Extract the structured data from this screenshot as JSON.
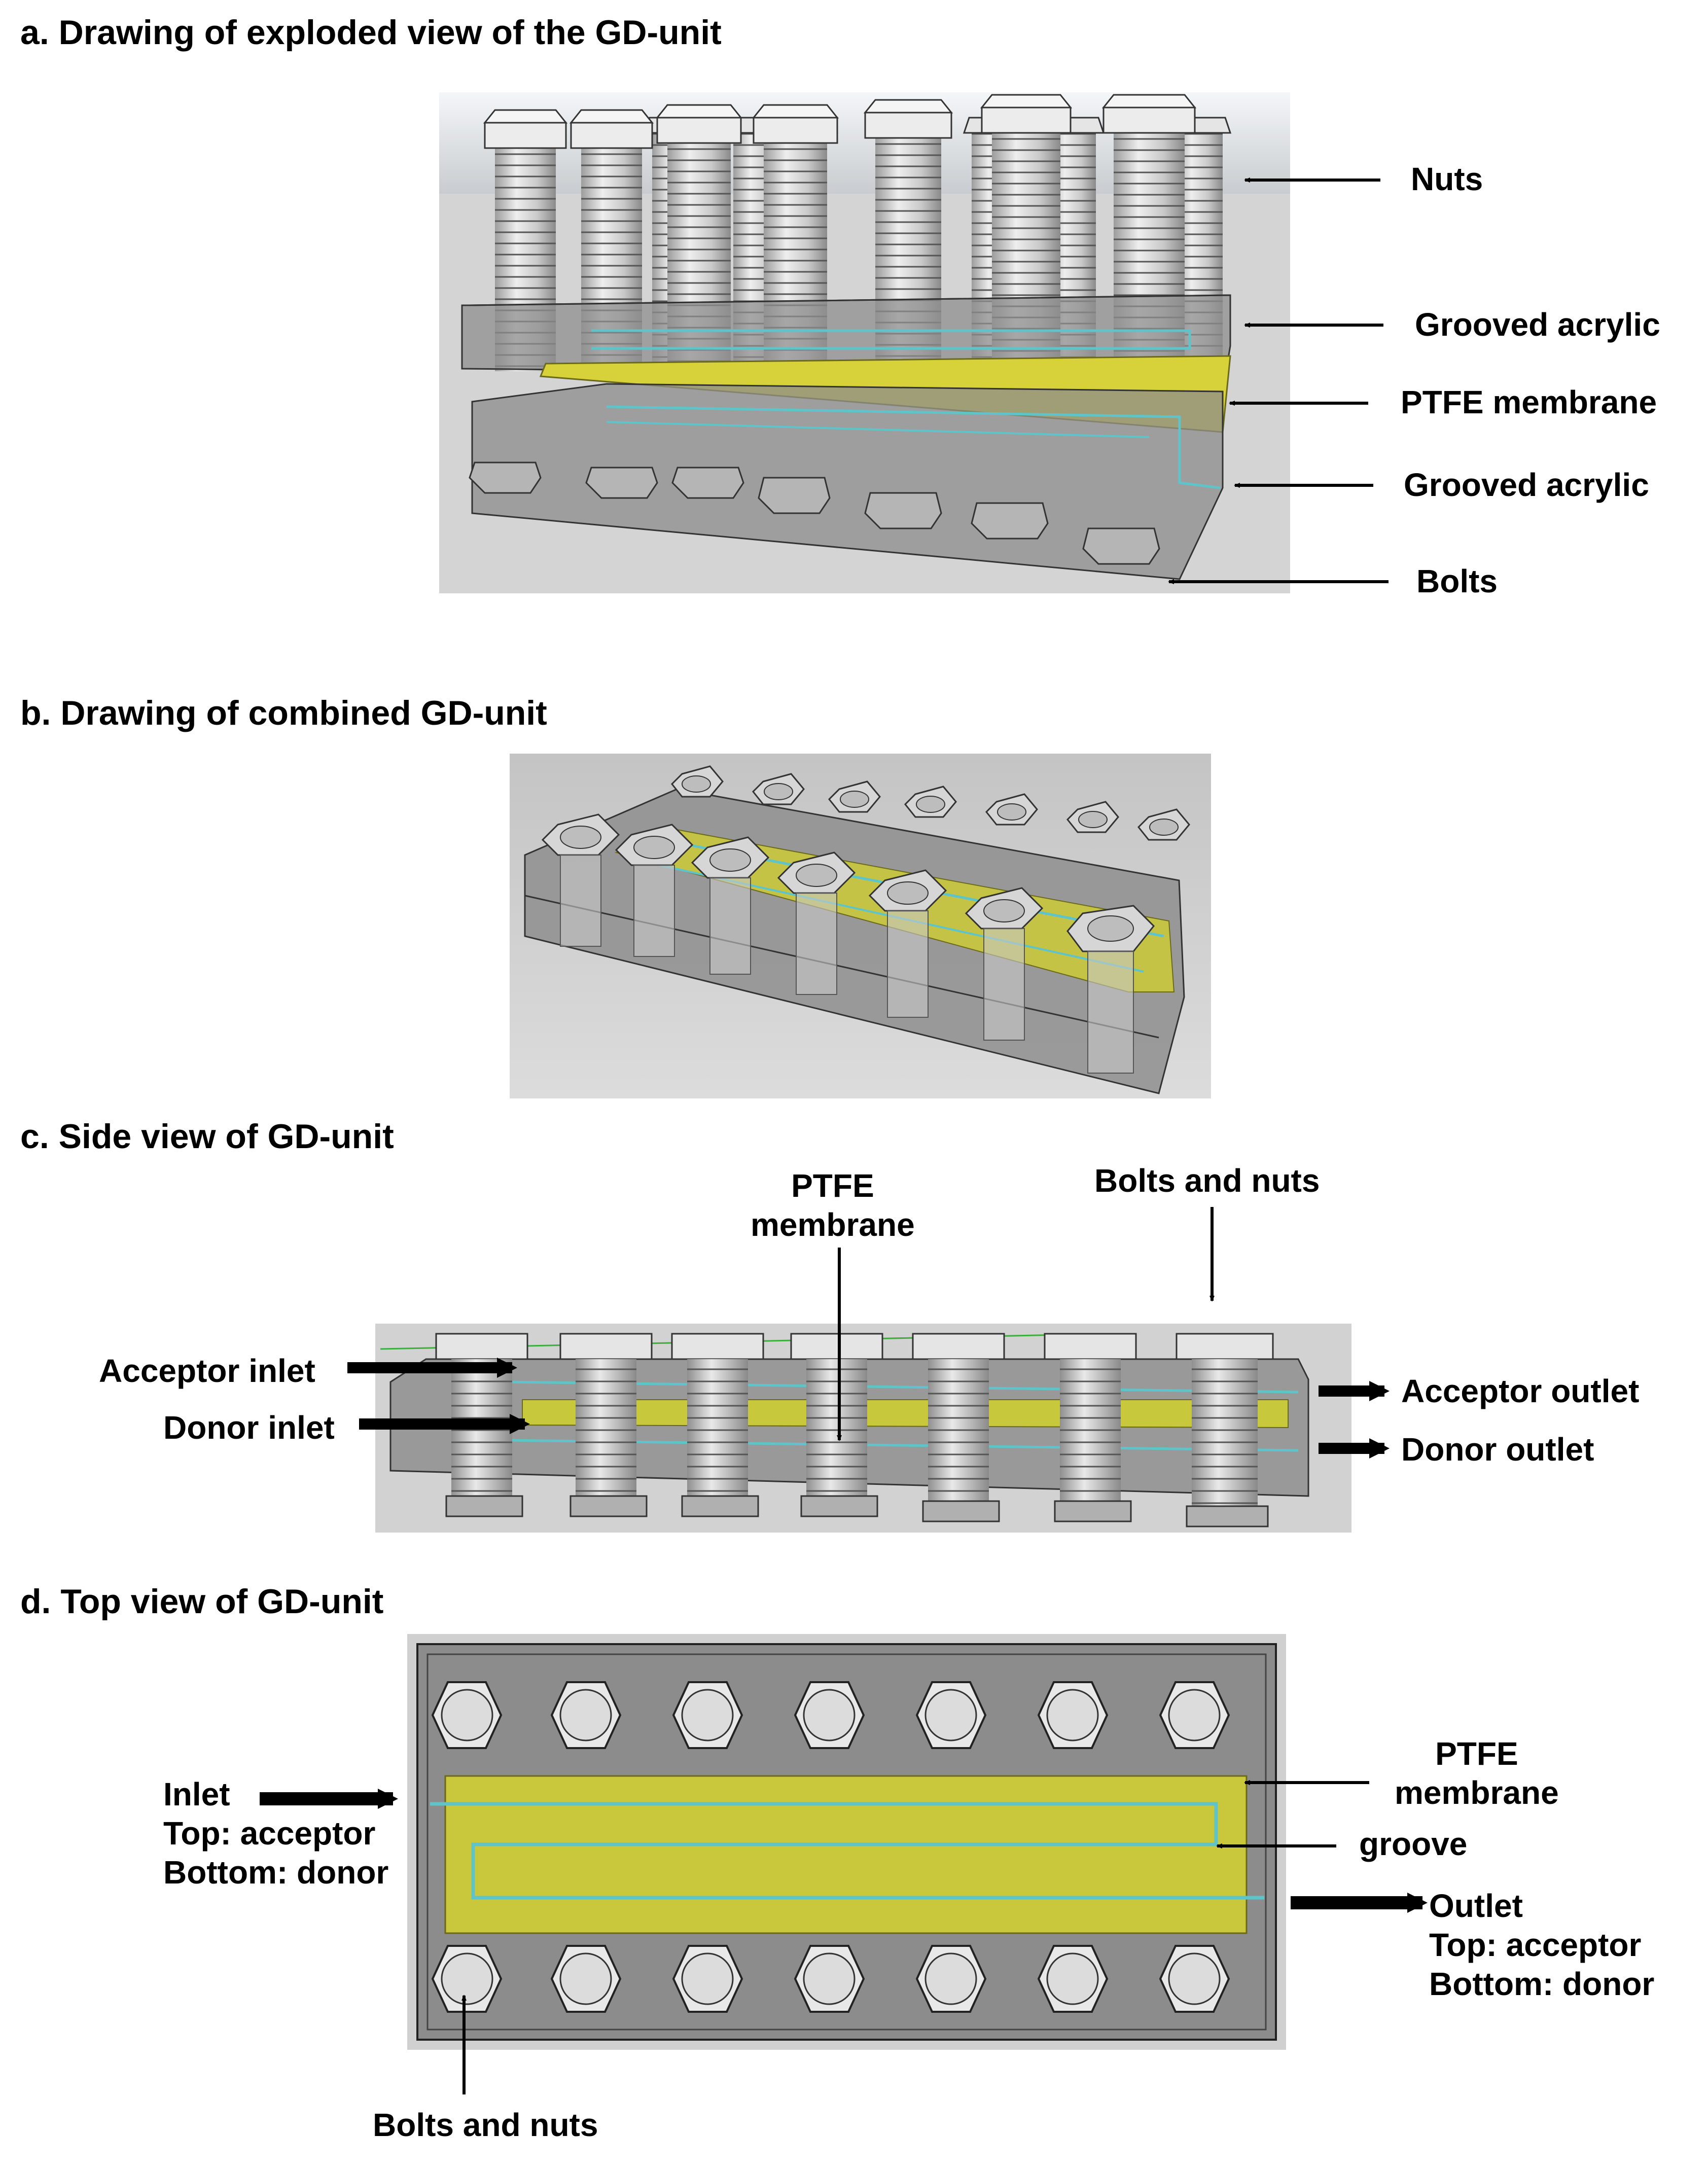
{
  "panels": {
    "a": {
      "title": "a. Drawing of exploded view of the GD-unit",
      "labels": {
        "nuts": "Nuts",
        "grooved_acrylic_top": "Grooved acrylic",
        "ptfe_membrane": "PTFE membrane",
        "grooved_acrylic_bottom": "Grooved acrylic",
        "bolts": "Bolts"
      }
    },
    "b": {
      "title": "b. Drawing of combined GD-unit"
    },
    "c": {
      "title": "c. Side view of GD-unit",
      "labels": {
        "ptfe_line1": "PTFE",
        "ptfe_line2": "membrane",
        "bolts_and_nuts": "Bolts and nuts",
        "acceptor_inlet": "Acceptor inlet",
        "donor_inlet": "Donor inlet",
        "acceptor_outlet": "Acceptor outlet",
        "donor_outlet": "Donor outlet"
      }
    },
    "d": {
      "title": "d. Top view of GD-unit",
      "labels": {
        "inlet_line1": "Inlet",
        "inlet_line2": "Top: acceptor",
        "inlet_line3": "Bottom: donor",
        "ptfe_line1": "PTFE",
        "ptfe_line2": "membrane",
        "groove": "groove",
        "outlet_line1": "Outlet",
        "outlet_line2": "Top: acceptor",
        "outlet_line3": "Bottom: donor",
        "bolts_and_nuts": "Bolts and nuts"
      }
    }
  },
  "colors": {
    "membrane": "#d4d24a",
    "acrylic": "#9a9a9a",
    "background_panel": "#d0d0d0",
    "groove": "#5fc4c9",
    "hardware": "#d9d9d9"
  }
}
